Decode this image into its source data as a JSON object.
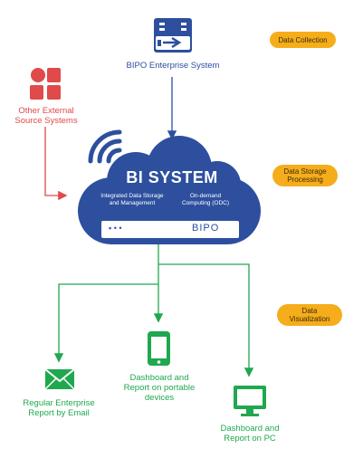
{
  "sources": {
    "enterprise": "BIPO Enterprise System",
    "external_line1": "Other External",
    "external_line2": "Source Systems"
  },
  "cloud": {
    "title": "BI SYSTEM",
    "left_caption_line1": "Integrated Data Storage",
    "left_caption_line2": "and Management",
    "right_caption_line1": "On-demand",
    "right_caption_line2": "Computing (ODC)",
    "brand": "BIPO",
    "dots": "▪ • •"
  },
  "stages": {
    "collection": "Data Collection",
    "storage_line1": "Data Storage",
    "storage_line2": "Processing",
    "viz_line1": "Data",
    "viz_line2": "Visualization"
  },
  "outputs": {
    "email_line1": "Regular Enterprise",
    "email_line2": "Report by Email",
    "mobile_line1": "Dashboard and",
    "mobile_line2": "Report on portable",
    "mobile_line3": "devices",
    "pc_line1": "Dashboard and",
    "pc_line2": "Report on PC"
  },
  "icons": {
    "server": "server-icon",
    "apps": "apps-grid-icon",
    "wifi": "wireless-signal-icon",
    "email": "envelope-icon",
    "mobile": "smartphone-icon",
    "pc": "monitor-icon"
  },
  "colors": {
    "primary_blue": "#2d4f9e",
    "external_red": "#e04a4a",
    "output_green": "#1fa84f",
    "stage_orange": "#f5ad1b"
  }
}
